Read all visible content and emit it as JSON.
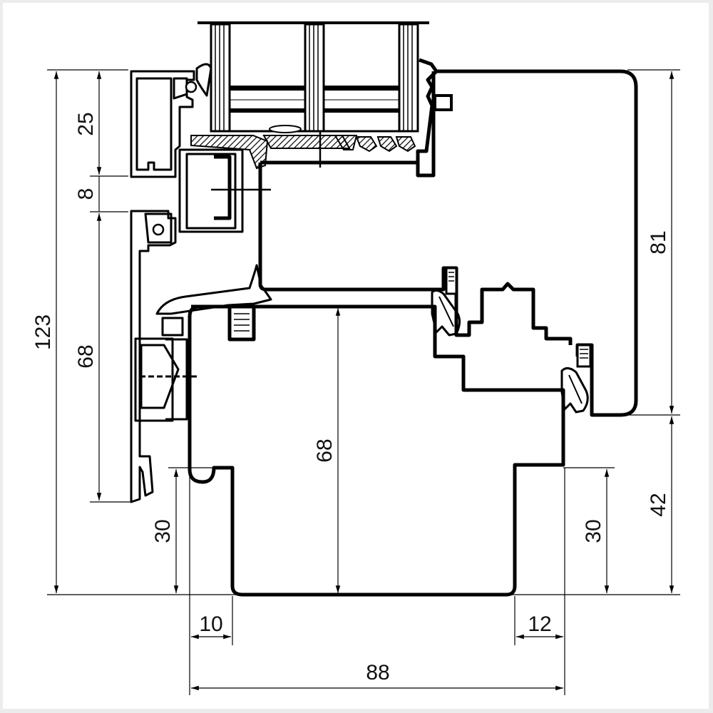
{
  "drawing": {
    "type": "window-profile-cross-section",
    "background": "#ffffff",
    "frame_color": "#ececec",
    "line_color": "#000000"
  },
  "dimensions": {
    "left_outer_total": "123",
    "left_top_segment": "25",
    "left_gap_segment": "8",
    "left_lower_segment": "68",
    "center_frame_height": "68",
    "left_bottom_rebate": "30",
    "right_sash_height": "81",
    "right_lower_offset": "42",
    "right_bottom_rebate": "30",
    "bottom_left_step": "10",
    "bottom_right_step": "12",
    "bottom_total_width": "88"
  }
}
